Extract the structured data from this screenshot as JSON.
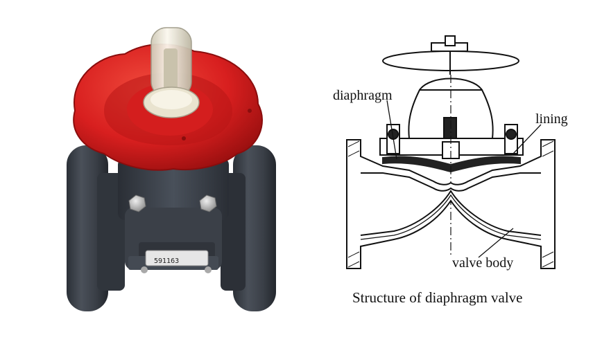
{
  "photo": {
    "part_number": "591163",
    "colors": {
      "handwheel": "#d81f1f",
      "body": "#3a3f47",
      "bolts": "#b9b9b9",
      "indicator": "#e9e3cf"
    }
  },
  "diagram": {
    "labels": {
      "diaphragm": "diaphragm",
      "lining": "lining",
      "valve_body": "valve body"
    },
    "caption": "Structure of diaphragm valve"
  }
}
